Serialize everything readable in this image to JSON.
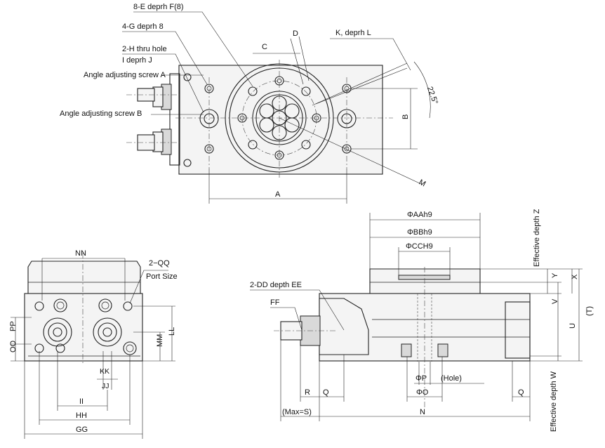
{
  "top_view": {
    "callouts": {
      "e_depth_f": "8-E deprh F(8)",
      "g_depth": "4-G deprh 8",
      "h_thru": "2-H thru hole",
      "i_depth_j": "I deprh J",
      "screw_a": "Angle adjusting screw A",
      "screw_b": "Angle adjusting screw B",
      "k_depth_l": "K, deprh L"
    },
    "dims": {
      "c": "C",
      "d": "D",
      "angle": "22.5°",
      "b": "B",
      "m": "M",
      "a": "A"
    }
  },
  "front_view": {
    "callouts": {
      "qq": "2−QQ",
      "port_size": "Port Size"
    },
    "dims": {
      "nn": "NN",
      "pp": "PP",
      "oo": "OO",
      "ll": "LL",
      "mm": "MM",
      "kk": "KK",
      "jj": "JJ",
      "ii": "II",
      "hh": "HH",
      "gg": "GG"
    }
  },
  "side_view": {
    "callouts": {
      "dd_depth": "2-DD depth EE",
      "ff": "FF",
      "hole": "(Hole)"
    },
    "dims": {
      "aa": "ΦAAh9",
      "bb": "ΦBBh9",
      "cc": "ΦCCH9",
      "eff_depth_z": "Effective depth Z",
      "eff_depth_w": "Effective depth W",
      "y": "Y",
      "x": "X",
      "v": "V",
      "u": "U",
      "t": "(T)",
      "r": "R",
      "q_left": "Q",
      "q_right": "Q",
      "p": "ΦP",
      "o": "ΦO",
      "max_s": "(Max=S)",
      "n": "N"
    }
  }
}
